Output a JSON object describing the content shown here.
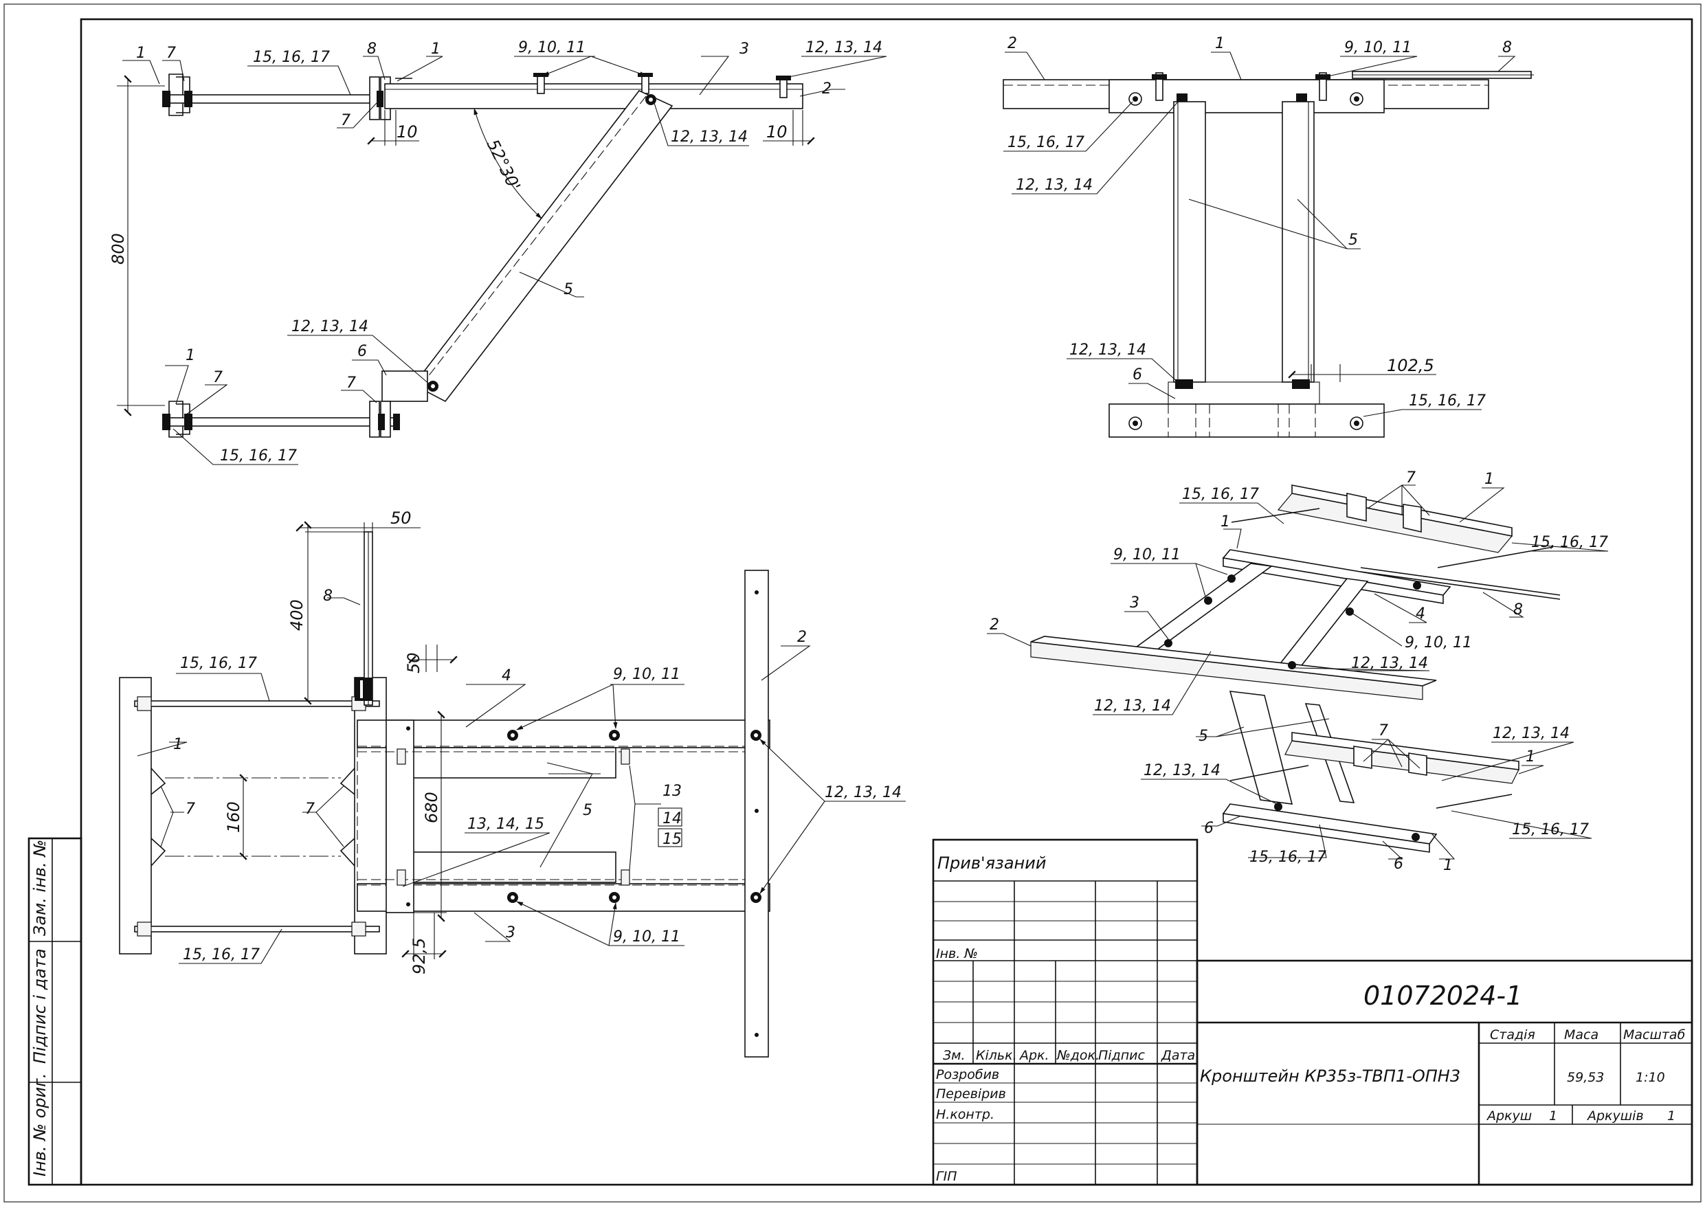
{
  "drawing": {
    "number": "01072024-1",
    "title": "Кронштейн КР35з-ТВП1-ОПН3",
    "mass": "59,53",
    "scale": "1:10",
    "sheet": "Аркуш",
    "sheet_no": "1",
    "sheets": "Аркушів",
    "sheets_no": "1"
  },
  "title_block": {
    "bound": "Прив'язаний",
    "inv_no": "Інв. №",
    "cols": [
      "Зм.",
      "Кільк.",
      "Арк.",
      "№док.",
      "Підпис",
      "Дата"
    ],
    "rows": [
      "Розробив",
      "Перевірив",
      "Н.контр.",
      "ГІП"
    ],
    "stage": "Стадія",
    "mass_label": "Маса",
    "scale_label": "Масштаб"
  },
  "side_strip": [
    "Інв. № ориг.",
    "Підпис і дата",
    "Зам. інв. №"
  ],
  "labels": {
    "l1": "1",
    "l2": "2",
    "l3": "3",
    "l4": "4",
    "l5": "5",
    "l6": "6",
    "l7": "7",
    "l8": "8",
    "l9_11": "9, 10, 11",
    "l12_14": "12, 13, 14",
    "l13_15": "13, 14, 15",
    "l15_17": "15, 16, 17",
    "l13": "13",
    "l14": "14",
    "l15": "15"
  },
  "dims": {
    "d800": "800",
    "d10": "10",
    "angle": "52°30'",
    "d50": "50",
    "d400": "400",
    "d160": "160",
    "d680": "680",
    "d92_5": "92,5",
    "d102_5": "102,5"
  },
  "icons": [
    "bolt-icon",
    "nut-icon",
    "arrow-icon"
  ]
}
